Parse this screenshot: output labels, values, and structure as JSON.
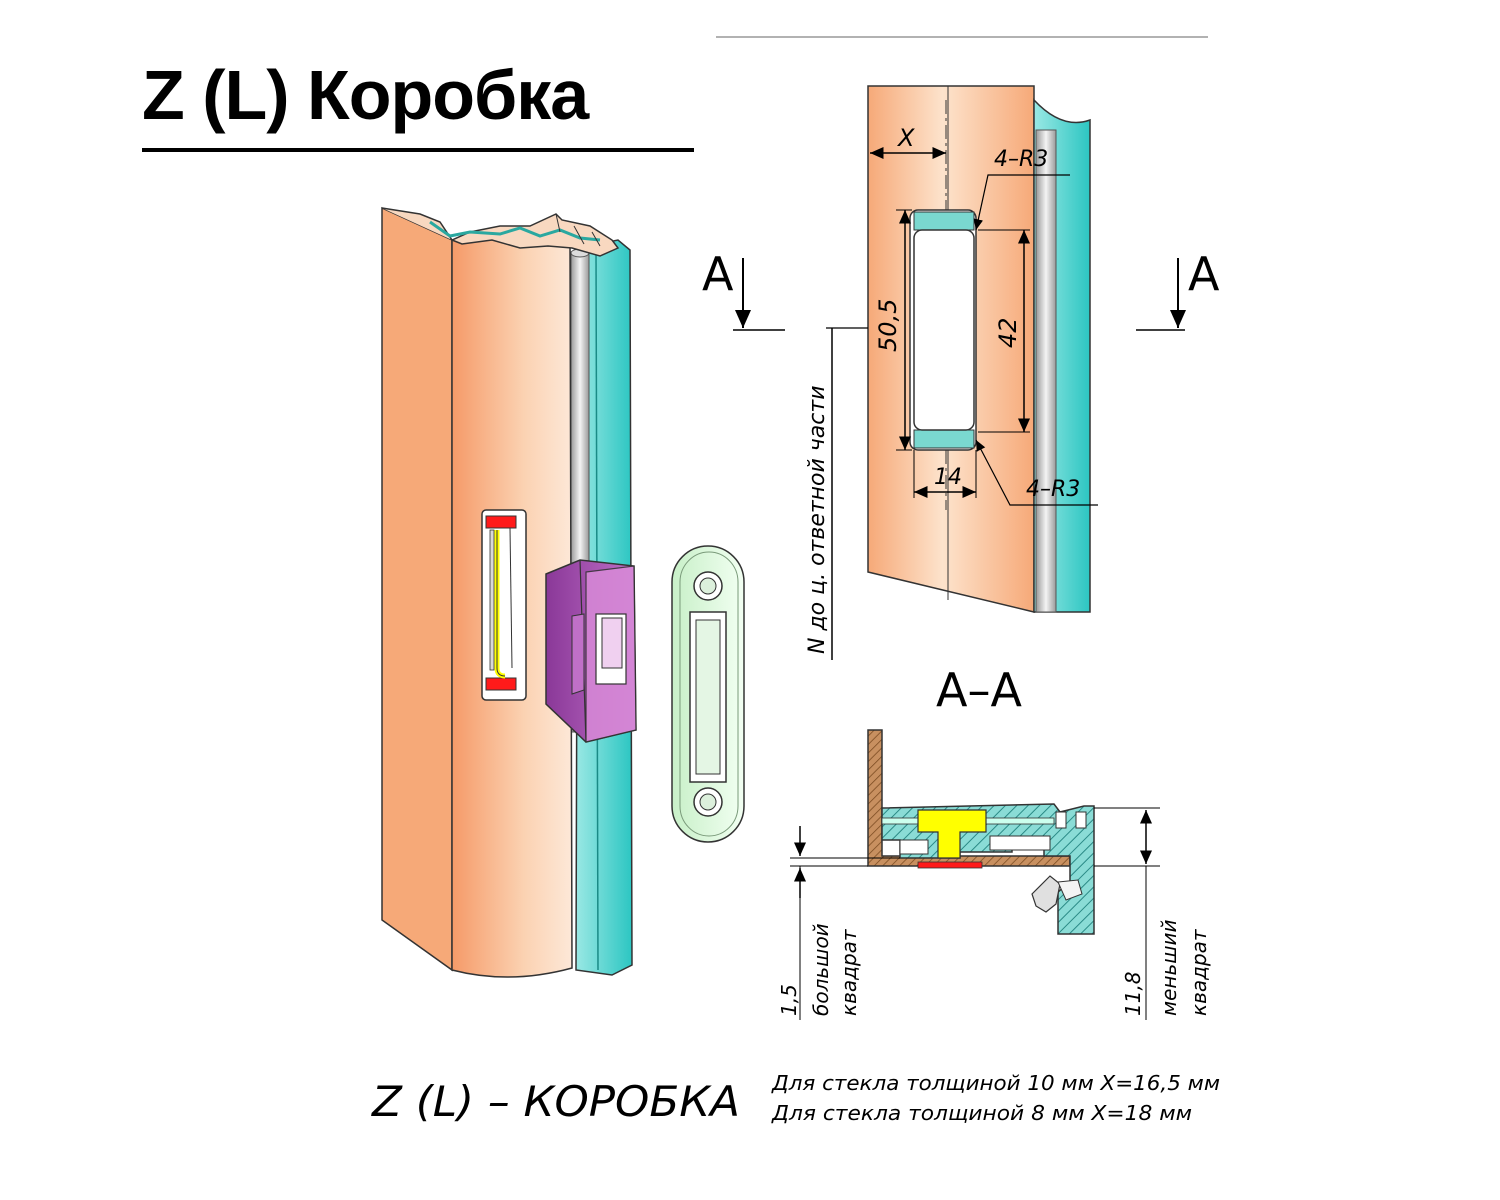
{
  "title": "Z (L) Коробка",
  "section_mark": "A",
  "section_title": "A–A",
  "dimensions": {
    "x": "X",
    "r_top": "4–R3",
    "r_bottom": "4–R3",
    "height_outer": "50,5",
    "height_inner": "42",
    "width": "14",
    "n_note": "N до ц. ответной части",
    "small_offset": "1,5",
    "small_label_1": "большой",
    "small_label_2": "квадрат",
    "large_offset": "11,8",
    "large_label_1": "меньший",
    "large_label_2": "квадрат"
  },
  "footer": {
    "caption": "Z (L) – КОРОБКА",
    "note_1": "Для стекла толщиной 10 мм X=16,5 мм",
    "note_2": "Для стекла толщиной 8 мм X=18 мм"
  },
  "colors": {
    "frame": "#f6a978",
    "frame_light": "#fde0c8",
    "glass": "#40d0cc",
    "strike": "#a050b0",
    "plate": "#dcf7dc",
    "slot_mark": "#ff1a1a",
    "slot_yellow": "#ffff00"
  }
}
